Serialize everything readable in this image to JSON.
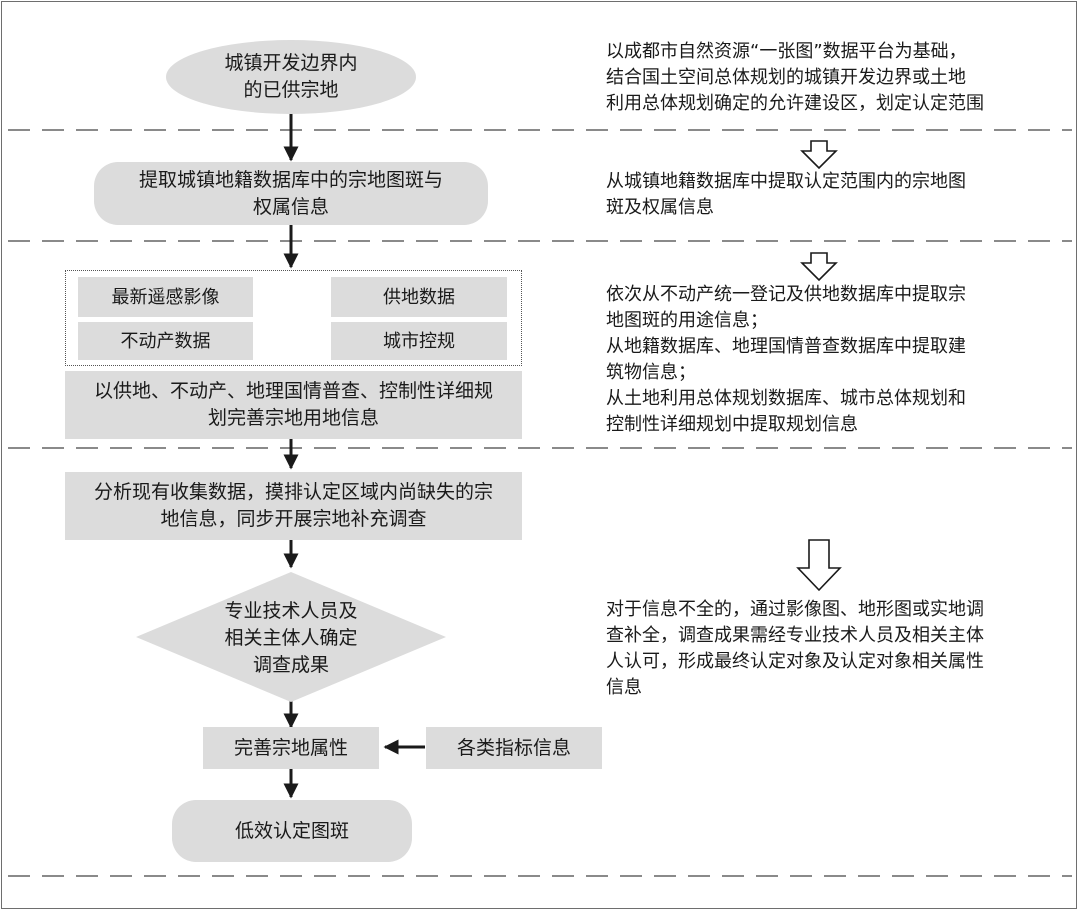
{
  "flow": {
    "start": "城镇开发边界内\n的已供宗地",
    "extract": "提取城镇地籍数据库中的宗地图斑与\n权属信息",
    "sources": [
      "最新遥感影像",
      "供地数据",
      "不动产数据",
      "城市控规"
    ],
    "improve_landuse": "以供地、不动产、地理国情普查、控制性详细规\n划完善宗地用地信息",
    "analyze": "分析现有收集数据，摸排认定区域内尚缺失的宗\n地信息，同步开展宗地补充调查",
    "decision": "专业技术人员及\n相关主体人确定\n调查成果",
    "complete_attrs": "完善宗地属性",
    "indicators": "各类指标信息",
    "end": "低效认定图斑"
  },
  "notes": [
    "以成都市自然资源“一张图”数据平台为基础，\n结合国土空间总体规划的城镇开发边界或土地\n利用总体规划确定的允许建设区，划定认定范围",
    "从城镇地籍数据库中提取认定范围内的宗地图\n斑及权属信息",
    "依次从不动产统一登记及供地数据库中提取宗\n地图斑的用途信息；\n从地籍数据库、地理国情普查数据库中提取建\n筑物信息；\n从土地利用总体规划数据库、城市总体规划和\n控制性详细规划中提取规划信息",
    "对于信息不全的，通过影像图、地形图或实地调\n查补全，调查成果需经专业技术人员及相关主体\n人认可，形成最终认定对象及认定对象相关属性\n信息"
  ],
  "colors": {
    "box_fill": "#dcdcdc",
    "line": "#6e6e6e",
    "arrow": "#1a1a1a"
  }
}
